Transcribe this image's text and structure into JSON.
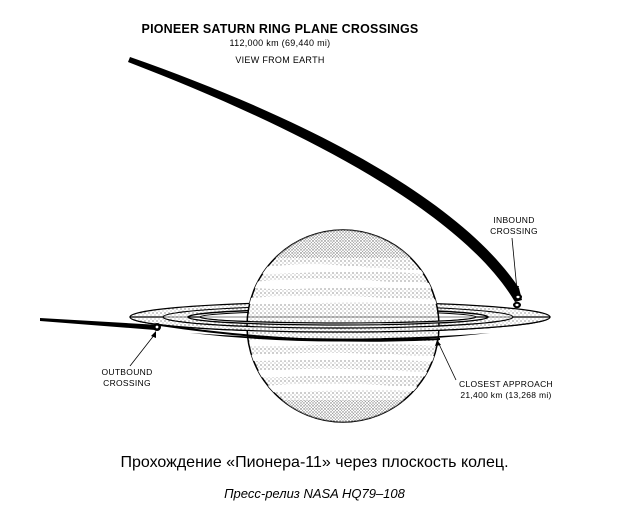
{
  "title": "PIONEER SATURN RING PLANE CROSSINGS",
  "distance": "112,000 km (69,440 mi)",
  "view": "VIEW FROM EARTH",
  "labels": {
    "inbound_line1": "INBOUND",
    "inbound_line2": "CROSSING",
    "outbound_line1": "OUTBOUND",
    "outbound_line2": "CROSSING",
    "closest_line1": "CLOSEST APPROACH",
    "closest_line2": "21,400 km (13,268 mi)"
  },
  "caption": "Прохождение «Пионера-11» через плоскость колец.",
  "credit": "Пресс-релиз NASA HQ79–108",
  "colors": {
    "ink": "#000000",
    "paper": "#ffffff",
    "stipple": "#9a9a9a"
  }
}
